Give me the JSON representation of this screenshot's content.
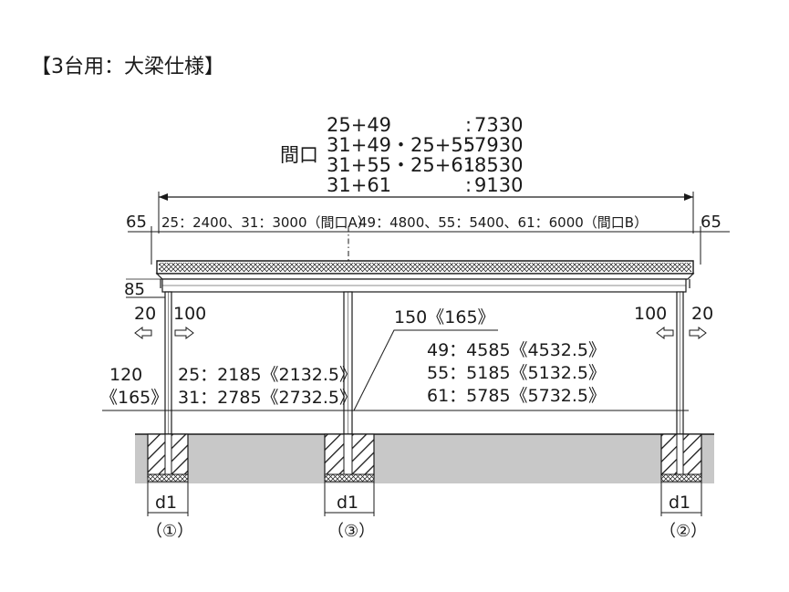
{
  "title": "【3台用：大梁仕様】",
  "frontage": {
    "label": "間口",
    "rows": [
      {
        "combo": "25+49",
        "sep": ":",
        "value": "7330"
      },
      {
        "combo": "31+49・25+55",
        "sep": ":",
        "value": "7930"
      },
      {
        "combo": "31+55・25+61",
        "sep": ":",
        "value": "8530"
      },
      {
        "combo": "31+61",
        "sep": ":",
        "value": "9130"
      }
    ]
  },
  "dims": {
    "left_overhang": "65",
    "right_overhang": "65",
    "span_a": "25：2400、31：3000（間口A）",
    "span_b": "49：4800、55：5400、61：6000（間口B）",
    "beam_height": "85",
    "left_offset_a": "20",
    "left_offset_b": "100",
    "right_offset_a": "100",
    "right_offset_b": "20",
    "middle_post": "150《165》",
    "post_size_a": "120",
    "post_size_b": "《165》",
    "height_a": [
      "25：2185《2132.5》",
      "31：2785《2732.5》"
    ],
    "height_b": [
      "49：4585《4532.5》",
      "55：5185《5132.5》",
      "61：5785《5732.5》"
    ],
    "footing": "d1"
  },
  "post_labels": [
    "（①）",
    "（③）",
    "（②）"
  ],
  "colors": {
    "ground": "#c8c8c8",
    "line": "#1a1a1a",
    "roof_fill": "#f2f2f2"
  }
}
